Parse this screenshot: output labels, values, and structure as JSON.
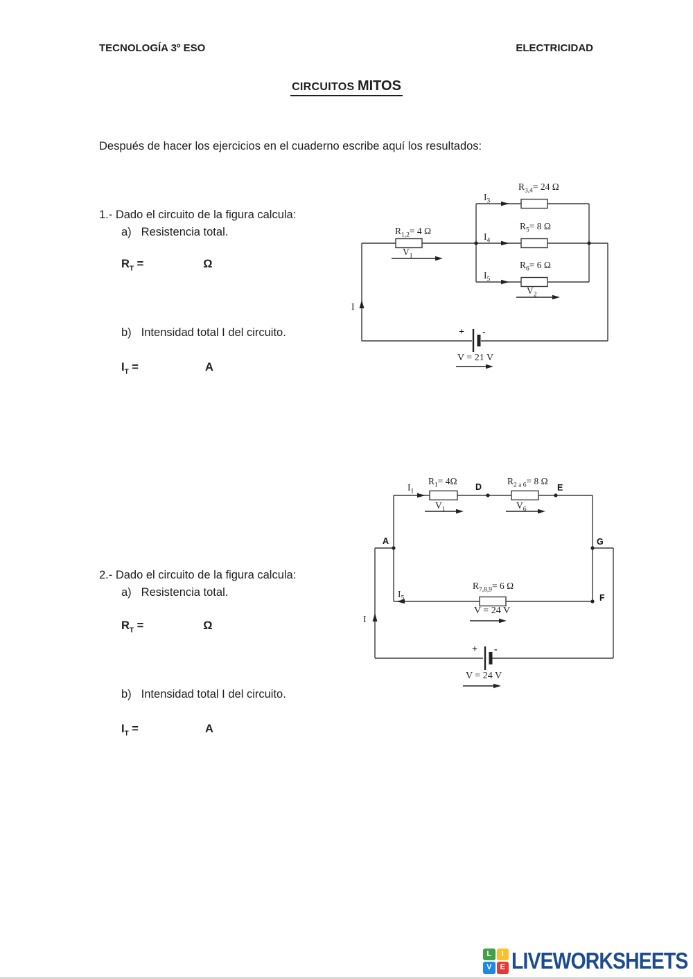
{
  "page": {
    "background": "#ffffff",
    "text_color": "#1f1f1f"
  },
  "header": {
    "left": "TECNOLOGÍA 3º ESO",
    "right": "ELECTRICIDAD"
  },
  "title": {
    "prefix": "CIRCUITOS",
    "emphasis": "MITOS"
  },
  "intro": "Después de hacer los ejercicios en el cuaderno escribe aquí los resultados:",
  "questions": {
    "q1": {
      "prompt": "1.- Dado el circuito de la figura calcula:",
      "a_marker": "a)",
      "a_text": "Resistencia total.",
      "rt_base": "R",
      "rt_sub": "T",
      "rt_eq": "=",
      "rt_unit": "Ω",
      "b_marker": "b)",
      "b_text": "Intensidad total I del circuito.",
      "it_base": "I",
      "it_sub": "T",
      "it_eq": "=",
      "it_unit": "A"
    },
    "q2": {
      "prompt": "2.- Dado el circuito de la figura calcula:",
      "a_marker": "a)",
      "a_text": "Resistencia total.",
      "rt_base": "R",
      "rt_sub": "T",
      "rt_eq": "=",
      "rt_unit": "Ω",
      "b_marker": "b)",
      "b_text": "Intensidad total I del circuito.",
      "it_base": "I",
      "it_sub": "T",
      "it_eq": "=",
      "it_unit": "A"
    }
  },
  "circuit1": {
    "source_voltage": "V = 21 V",
    "plus": "+",
    "minus": "-",
    "labels": {
      "r12": {
        "base": "R",
        "sub": "1,2",
        "rest": "= 4 Ω"
      },
      "r34": {
        "base": "R",
        "sub": "3,4",
        "rest": "= 24 Ω"
      },
      "r5": {
        "base": "R",
        "sub": "5",
        "rest": "= 8 Ω"
      },
      "r6": {
        "base": "R",
        "sub": "6",
        "rest": "= 6 Ω"
      },
      "i": "I",
      "i3": {
        "base": "I",
        "sub": "3"
      },
      "i4": {
        "base": "I",
        "sub": "4"
      },
      "i5": {
        "base": "I",
        "sub": "5"
      },
      "v1": {
        "base": "V",
        "sub": "1"
      },
      "v2": {
        "base": "V",
        "sub": "2"
      }
    }
  },
  "circuit2": {
    "source_voltage": "V = 24 V",
    "branch_voltage": "V = 24 V",
    "plus": "+",
    "minus": "-",
    "labels": {
      "r1": {
        "base": "R",
        "sub": "1",
        "rest": "= 4Ω"
      },
      "r2a6": {
        "base": "R",
        "sub": "2 a 6",
        "rest": "= 8 Ω"
      },
      "r789": {
        "base": "R",
        "sub": "7,8,9",
        "rest": "= 6 Ω"
      },
      "i": "I",
      "i1": {
        "base": "I",
        "sub": "1"
      },
      "i5": {
        "base": "I",
        "sub": "5"
      },
      "v1": {
        "base": "V",
        "sub": "1"
      },
      "v6": {
        "base": "V",
        "sub": "6"
      },
      "node_a": "A",
      "node_d": "D",
      "node_e": "E",
      "node_f": "F",
      "node_g": "G"
    }
  },
  "footer": {
    "logo_text": "LIVEWORKSHEETS",
    "logo_text_color": "#1c4c8f",
    "logo_squares": [
      {
        "letter": "L",
        "color": "#43a047"
      },
      {
        "letter": "I",
        "color": "#fbc02d"
      },
      {
        "letter": "V",
        "color": "#1e88e5"
      },
      {
        "letter": "E",
        "color": "#e53935"
      }
    ]
  }
}
